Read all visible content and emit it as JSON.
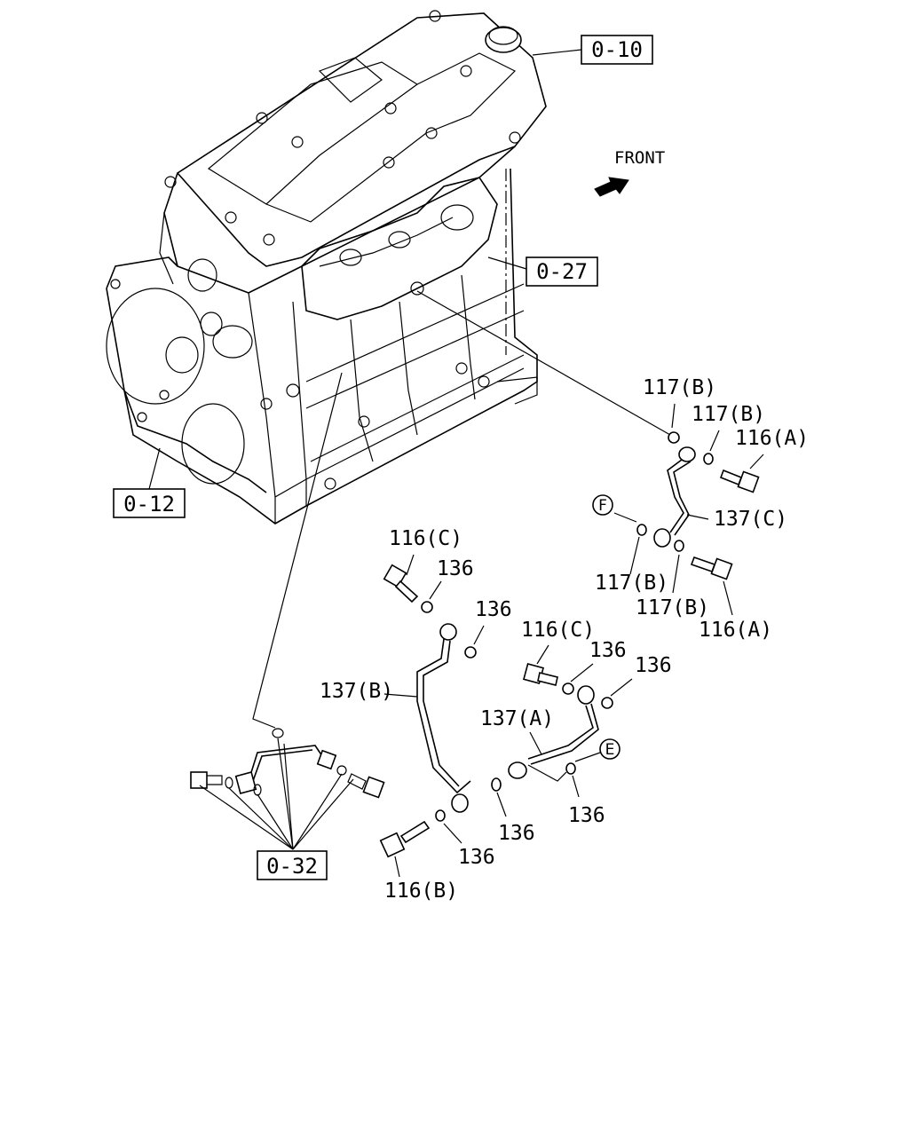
{
  "diagram": {
    "front_label": "FRONT",
    "ref_boxes": {
      "box_0_10": "0-10",
      "box_0_27": "0-27",
      "box_0_12": "0-12",
      "box_0_32": "0-32"
    },
    "circle_refs": {
      "ref_f": "F",
      "ref_e": "E"
    },
    "part_labels": {
      "p117b_1": "117(B)",
      "p117b_2": "117(B)",
      "p116a_1": "116(A)",
      "p137c": "137(C)",
      "p117b_3": "117(B)",
      "p117b_4": "117(B)",
      "p116a_2": "116(A)",
      "p116c_1": "116(C)",
      "p136_1": "136",
      "p136_2": "136",
      "p116c_2": "116(C)",
      "p136_3": "136",
      "p136_4": "136",
      "p137b": "137(B)",
      "p137a": "137(A)",
      "p136_5": "136",
      "p136_6": "136",
      "p136_7": "136",
      "p116b": "116(B)"
    }
  }
}
